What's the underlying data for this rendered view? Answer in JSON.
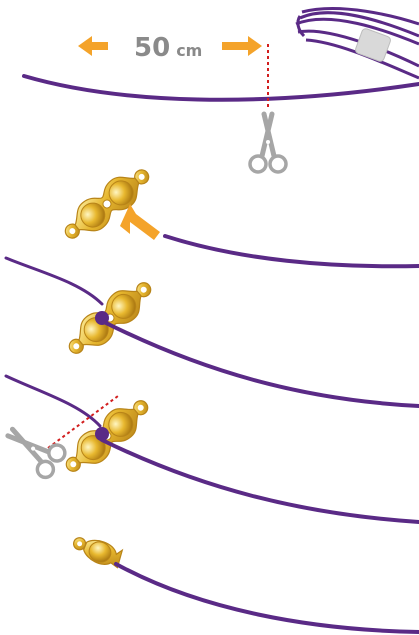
{
  "measurement": {
    "value": "50",
    "unit": "cm"
  },
  "colors": {
    "cord": "#5a2a86",
    "gold": "#e6b62e",
    "gold_dark": "#b88418",
    "gold_light": "#fff3a8",
    "arrow": "#f4a32a",
    "scissors": "#a6a6a6",
    "cut_line": "#d21e1e",
    "spool_band": "#d9d9d9"
  },
  "icons": {
    "arrow_left": "arrow-left-icon",
    "arrow_right": "arrow-right-icon",
    "scissors": "scissors-icon",
    "pointer_arrow": "pointer-arrow-icon"
  },
  "steps": [
    {
      "id": "measure-cut",
      "label": ""
    },
    {
      "id": "insert-cord",
      "label": ""
    },
    {
      "id": "knot-cord",
      "label": ""
    },
    {
      "id": "trim-end",
      "label": ""
    },
    {
      "id": "close-crimp",
      "label": ""
    }
  ]
}
